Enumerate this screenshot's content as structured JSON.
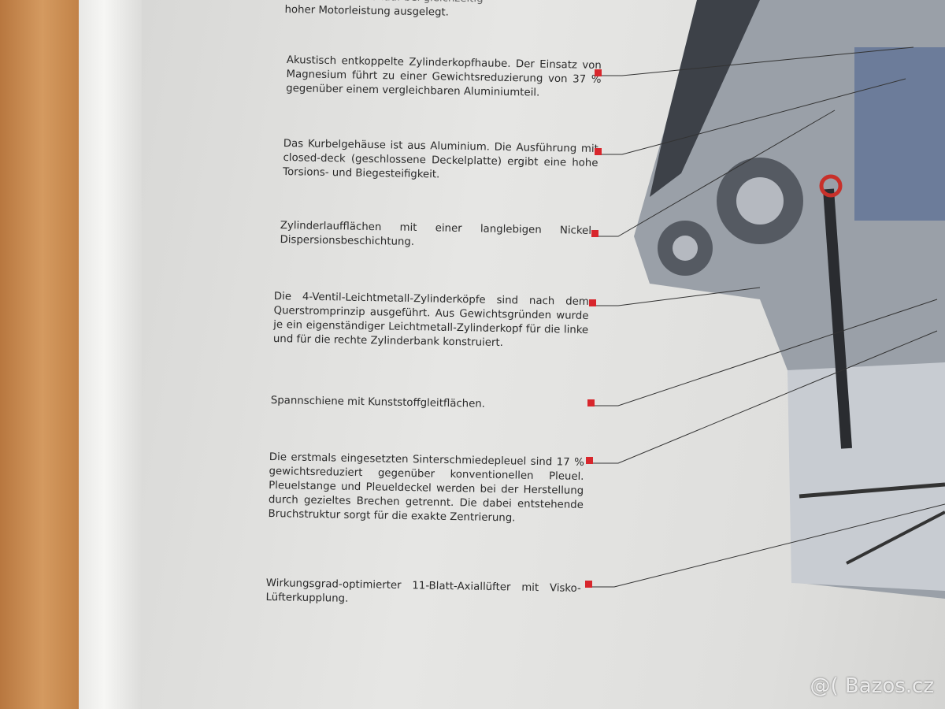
{
  "poster": {
    "intro_partial": [
      "...Drehmomentverlauf bei gleichzeitig",
      "hoher Motorleistung ausgelegt."
    ],
    "callouts": [
      {
        "text": "Akustisch entkoppelte Zylinderkopfhaube. Der Einsatz von Magnesium führt zu einer Gewichtsreduzierung von 37 % gegenüber einem vergleichbaren Aluminiumteil."
      },
      {
        "text": "Das Kurbelgehäuse ist aus Aluminium. Die Ausführung mit closed-deck (geschlossene Deckelplatte) ergibt eine hohe Torsions- und Biegesteifigkeit."
      },
      {
        "text": "Zylinderlaufflächen mit einer langlebigen Nickel-Dispersionsbeschichtung."
      },
      {
        "text": "Die 4-Ventil-Leichtmetall-Zylinderköpfe sind nach dem Querstromprinzip ausgeführt. Aus Gewichtsgründen wurde je ein eigenständiger Leichtmetall-Zylinderkopf für die linke und für die rechte Zylinderbank konstruiert."
      },
      {
        "text": "Spannschiene mit Kunststoffgleitflächen."
      },
      {
        "text": "Die erstmals eingesetzten Sinterschmiedepleuel sind 17 % gewichtsreduziert gegenüber konventionellen Pleuel. Pleuelstange und Pleueldeckel werden bei der Herstellung durch gezieltes Brechen getrennt. Die dabei entstehende Bruchstruktur sorgt für die exakte Zentrierung."
      },
      {
        "text": "Wirkungsgrad-optimierter 11-Blatt-Axiallüfter mit Visko-Lüfterkupplung."
      }
    ],
    "marker_color": "#d8262c"
  },
  "watermark": "@( Bazos.cz"
}
